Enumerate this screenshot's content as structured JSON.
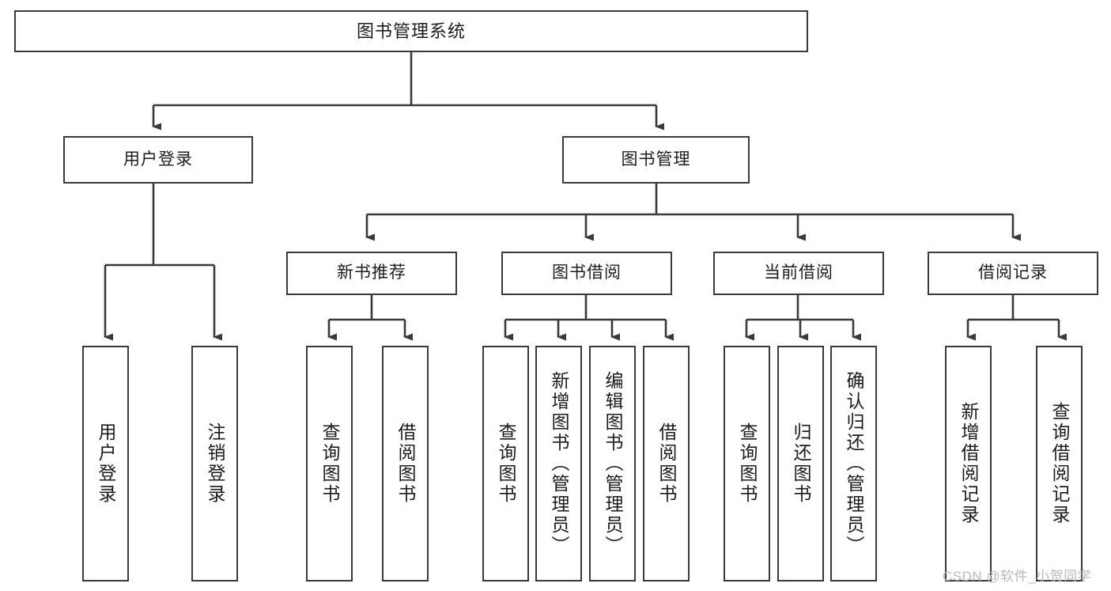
{
  "diagram": {
    "title": "图书管理系统",
    "type": "hierarchy-tree",
    "root": {
      "id": "root",
      "label": "图书管理系统"
    },
    "level2": [
      {
        "id": "user-login",
        "label": "用户登录"
      },
      {
        "id": "book-management",
        "label": "图书管理"
      }
    ],
    "level3": [
      {
        "id": "new-book-recommend",
        "label": "新书推荐",
        "parent": "book-management"
      },
      {
        "id": "book-borrow",
        "label": "图书借阅",
        "parent": "book-management"
      },
      {
        "id": "current-borrow",
        "label": "当前借阅",
        "parent": "book-management"
      },
      {
        "id": "borrow-record",
        "label": "借阅记录",
        "parent": "book-management"
      }
    ],
    "leaves": [
      {
        "id": "leaf-user-login",
        "label": "用户登录",
        "parent": "user-login"
      },
      {
        "id": "leaf-logout-login",
        "label": "注销登录",
        "parent": "user-login"
      },
      {
        "id": "leaf-query-book-1",
        "label": "查询图书",
        "parent": "new-book-recommend"
      },
      {
        "id": "leaf-borrow-book-1",
        "label": "借阅图书",
        "parent": "new-book-recommend"
      },
      {
        "id": "leaf-query-book-2",
        "label": "查询图书",
        "parent": "book-borrow"
      },
      {
        "id": "leaf-add-book",
        "label": "新增图书（管理员）",
        "parent": "book-borrow"
      },
      {
        "id": "leaf-edit-book",
        "label": "编辑图书（管理员）",
        "parent": "book-borrow"
      },
      {
        "id": "leaf-borrow-book-2",
        "label": "借阅图书",
        "parent": "book-borrow"
      },
      {
        "id": "leaf-query-book-3",
        "label": "查询图书",
        "parent": "current-borrow"
      },
      {
        "id": "leaf-return-book",
        "label": "归还图书",
        "parent": "current-borrow"
      },
      {
        "id": "leaf-confirm-return",
        "label": "确认归还（管理员）",
        "parent": "current-borrow"
      },
      {
        "id": "leaf-add-record",
        "label": "新增借阅记录",
        "parent": "borrow-record"
      },
      {
        "id": "leaf-query-record",
        "label": "查询借阅记录",
        "parent": "borrow-record"
      }
    ],
    "watermark": "CSDN @软件_小贺同学",
    "colors": {
      "stroke": "#3a3a3a",
      "fill": "#ffffff",
      "text": "#1c1c1c",
      "watermark": "#b9b9b9"
    }
  }
}
